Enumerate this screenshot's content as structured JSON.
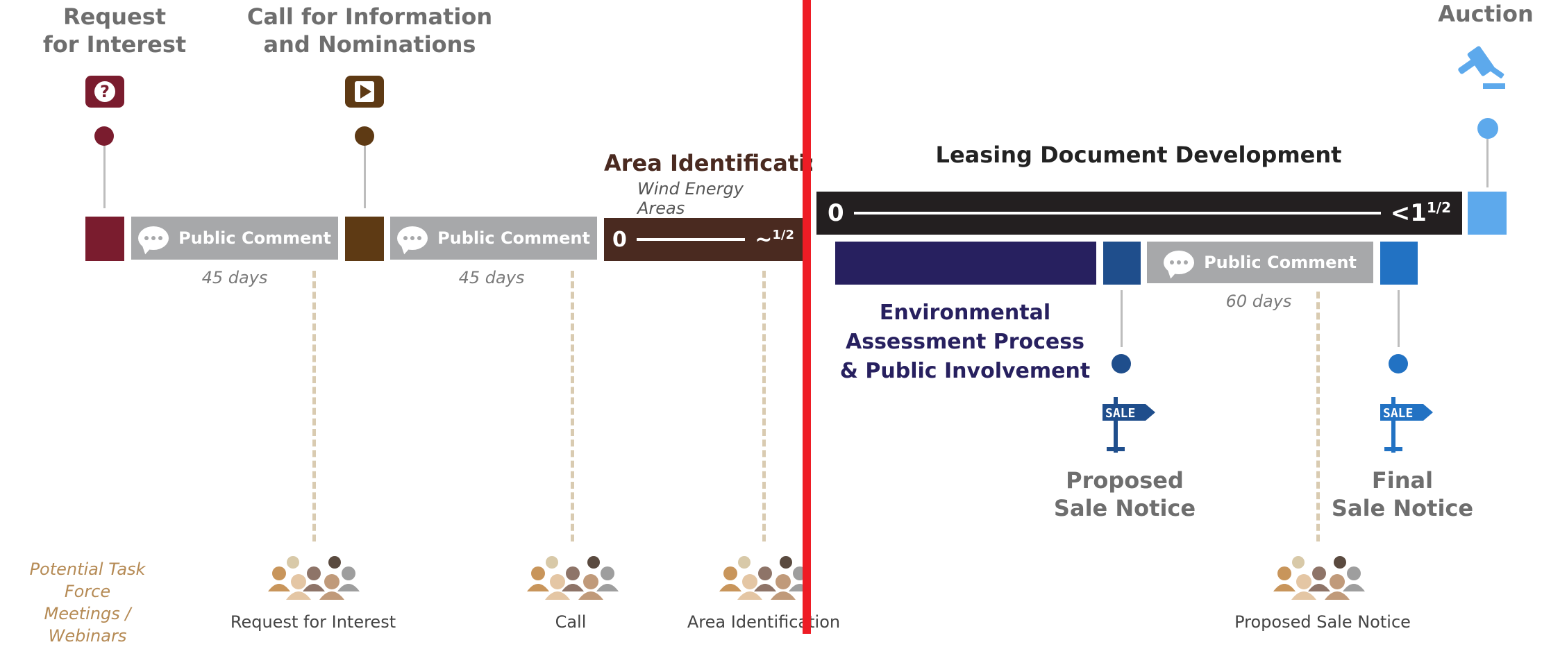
{
  "stages": {
    "rfi_title": [
      "Request",
      "for Interest"
    ],
    "call_title": [
      "Call for Information",
      "and Nominations"
    ],
    "area_title": "Area Identification",
    "area_subtitle": "Wind Energy Areas",
    "leasing_title": "Leasing Document Development",
    "auction_title": "Auction"
  },
  "icons": {
    "rfi": "question-mark-icon",
    "call": "play-icon",
    "auction": "gavel-icon",
    "sale": "sale-sign-icon",
    "comment": "speech-bubble-icon",
    "people": "people-group-icon"
  },
  "public_comment_label": "Public Comment",
  "comment_periods": {
    "rfi": "45 days",
    "call": "45 days",
    "proposed": "60 days"
  },
  "area_range": {
    "start": "0",
    "end": "~",
    "end_frac": "1/2"
  },
  "leasing_range": {
    "start": "0",
    "end": "<1",
    "end_frac": "1/2"
  },
  "environmental": [
    "Environmental",
    "Assessment Process",
    "& Public Involvement"
  ],
  "notices": {
    "sign_text": "SALE",
    "proposed": [
      "Proposed",
      "Sale Notice"
    ],
    "final": [
      "Final",
      "Sale Notice"
    ]
  },
  "task_force": [
    "Potential Task Force",
    "Meetings / Webinars"
  ],
  "meetings": {
    "rfi": "Request for Interest",
    "call": "Call",
    "area": "Area Identification",
    "proposed": "Proposed Sale Notice"
  },
  "colors": {
    "rfi": "#7a1c2e",
    "call": "#5e3a14",
    "area": "#4a2a20",
    "leasing": "#231f20",
    "environmental": "#27205f",
    "proposed": "#1f4e8c",
    "final": "#2272c3",
    "auction": "#5da9ec",
    "comment": "#a7a8aa",
    "divider": "#ee1c25"
  }
}
